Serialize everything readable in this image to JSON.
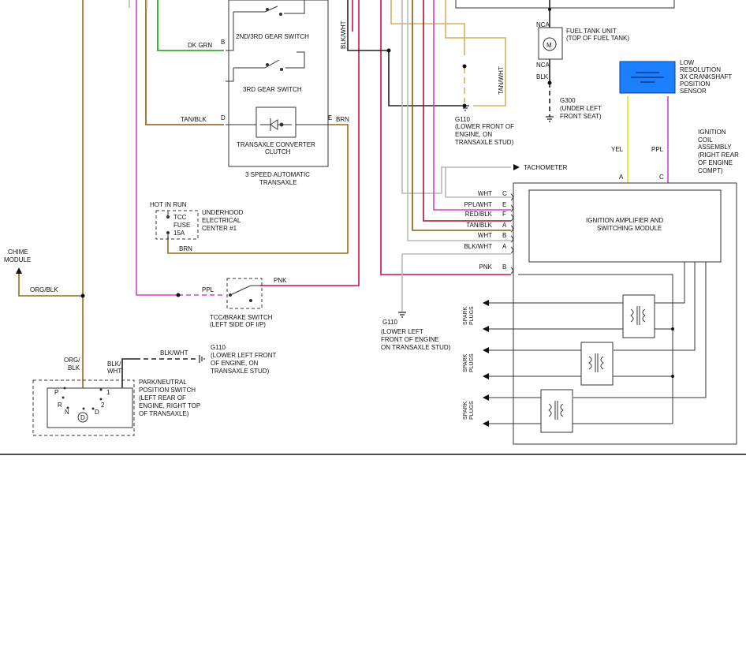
{
  "colors": {
    "brown": "#8a5a14",
    "orange_brown": "#9a6a1e",
    "magenta": "#d43fd4",
    "pink_red": "#c8104a",
    "dk_green": "#1a9a1a",
    "tan": "#d8b060",
    "yellow": "#e8e020",
    "gray": "#b8b8b8",
    "red": "#b01020",
    "black": "#222222",
    "sensor_blue": "#1b7fff"
  },
  "labels": {
    "gear_23_switch": "2ND/3RD GEAR SWITCH",
    "gear_3_switch": "3RD GEAR SWITCH",
    "dk_grn": "DK GRN",
    "pin_b": "B",
    "tan_blk": "TAN/BLK",
    "pin_d": "D",
    "pin_e": "E",
    "brn": "BRN",
    "converter_line1": "TRANSAXLE CONVERTER",
    "converter_line2": "CLUTCH",
    "transaxle_line1": "3 SPEED AUTOMATIC",
    "transaxle_line2": "TRANSAXLE",
    "hot_in_run": "HOT IN RUN",
    "tcc": "TCC",
    "fuse": "FUSE",
    "fuse_amp": "15A",
    "underhood_1": "UNDERHOOD",
    "underhood_2": "ELECTRICAL",
    "underhood_3": "CENTER #1",
    "brn2": "BRN",
    "chime_1": "CHIME",
    "chime_2": "MODULE",
    "org_blk": "ORG/BLK",
    "ppl": "PPL",
    "pnk": "PNK",
    "tco_1": "TCC/BRAKE SWITCH",
    "tco_2": "(LEFT SIDE OF I/P)",
    "org_blk2_1": "ORG/",
    "org_blk2_2": "BLK",
    "blk_wht_1": "BLK/",
    "blk_wht_2": "WHT",
    "blk_wht3": "BLK/WHT",
    "g110_a_1": "G110",
    "g110_a_2": "(LOWER LEFT FRONT",
    "g110_a_3": "OF ENGINE, ON",
    "g110_a_4": "TRANSAXLE STUD)",
    "pn_1": "PARK/NEUTRAL",
    "pn_2": "POSITION SWITCH",
    "pn_3": "(LEFT REAR OF",
    "pn_4": "ENGINE, RIGHT TOP",
    "pn_5": "OF TRANSAXLE)",
    "gear_p": "P",
    "gear_r": "R",
    "gear_n": "N",
    "gear_d": "D",
    "gear_d_circ": "D",
    "gear_1": "1",
    "gear_2": "2",
    "blk_wht_v": "BLK/WHT",
    "tan_wht_v": "TAN/WHT",
    "g110_b_1": "G110",
    "g110_b_2": "(LOWER FRONT OF",
    "g110_b_3": "ENGINE, ON",
    "g110_b_4": "TRANSAXLE STUD)",
    "fuel_1": "FUEL TANK UNIT",
    "fuel_2": "(TOP OF FUEL TANK)",
    "nca_1": "NCA",
    "nca_2": "NCA",
    "motor": "M",
    "blk": "BLK",
    "g300_1": "G300",
    "g300_2": "(UNDER LEFT",
    "g300_3": "FRONT SEAT)",
    "sensor_1": "LOW",
    "sensor_2": "RESOLUTION",
    "sensor_3": "3X CRANKSHAFT",
    "sensor_4": "POSITION",
    "sensor_5": "SENSOR",
    "coil_1": "IGNITION",
    "coil_2": "COIL",
    "coil_3": "ASSEMBLY",
    "coil_4": "(RIGHT REAR",
    "coil_5": "OF ENGINE",
    "coil_6": "COMPT)",
    "yel": "YEL",
    "ppl2": "PPL",
    "pin_a": "A",
    "pin_c": "C",
    "tachometer": "TACHOMETER",
    "amp_1": "IGNITION AMPLIFIER AND",
    "amp_2": "SWITCHING MODULE",
    "g110_c_1": "G110",
    "g110_c_2": "(LOWER LEFT",
    "g110_c_3": "FRONT OF ENGINE",
    "g110_c_4": "ON TRANSAXLE STUD)",
    "spark_1": "SPARK",
    "spark_2": "PLUGS"
  },
  "module_pins": [
    {
      "wire": "WHT",
      "pin": "C"
    },
    {
      "wire": "PPL/WHT",
      "pin": "E"
    },
    {
      "wire": "RED/BLK",
      "pin": "F"
    },
    {
      "wire": "TAN/BLK",
      "pin": "A"
    },
    {
      "wire": "WHT",
      "pin": "B"
    },
    {
      "wire": "BLK/WHT",
      "pin": "A"
    },
    {
      "wire": "PNK",
      "pin": "B"
    }
  ]
}
